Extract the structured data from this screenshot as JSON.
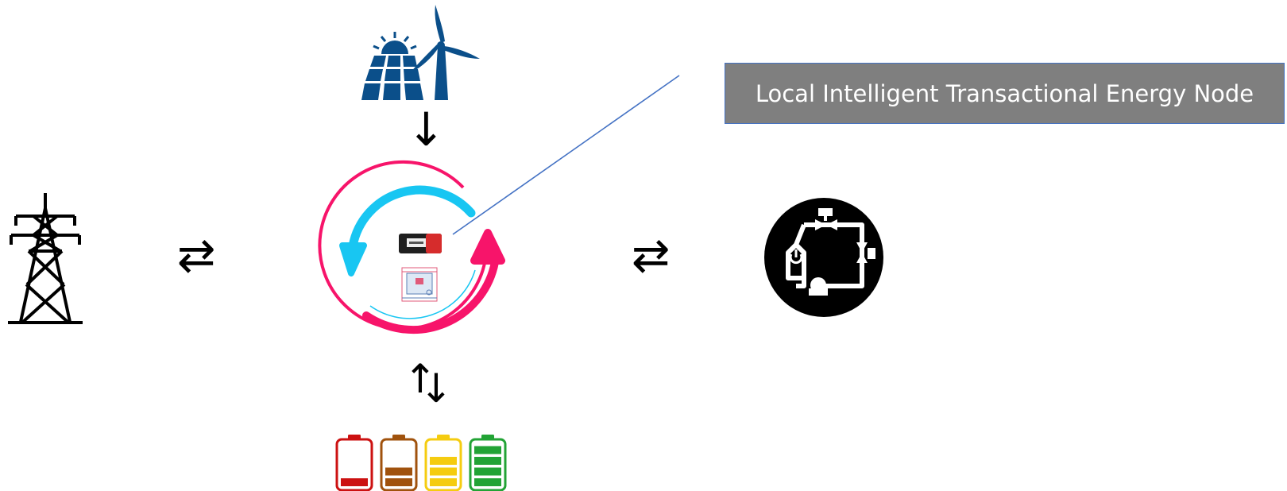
{
  "callout": {
    "label": "Local Intelligent Transactional Energy Node"
  },
  "colors": {
    "solar_wind": "#0b4f8a",
    "cycle_pink": "#f7146a",
    "cycle_cyan": "#18c6f2",
    "callout_bg": "#7f7f7f",
    "callout_border": "#4472c4",
    "leader_line": "#4472c4",
    "battery_red": "#cc1111",
    "battery_brown": "#a0520d",
    "battery_yellow": "#f5cc10",
    "battery_green": "#22a335"
  },
  "icons": {
    "grid": "transmission-tower-icon",
    "renewables": "solar-panel-wind-turbine-icon",
    "node": "energy-node-device-icon",
    "load": "industrial-process-icon",
    "storage": "battery-levels-icon"
  },
  "arrows": {
    "grid_exchange": "⇄",
    "load_exchange": "⇄",
    "renewables_down": "↓",
    "storage_up": "↑",
    "storage_down": "↓"
  },
  "batteries": [
    {
      "color_key": "battery_red",
      "bars": 1
    },
    {
      "color_key": "battery_brown",
      "bars": 2
    },
    {
      "color_key": "battery_yellow",
      "bars": 3
    },
    {
      "color_key": "battery_green",
      "bars": 4
    }
  ]
}
